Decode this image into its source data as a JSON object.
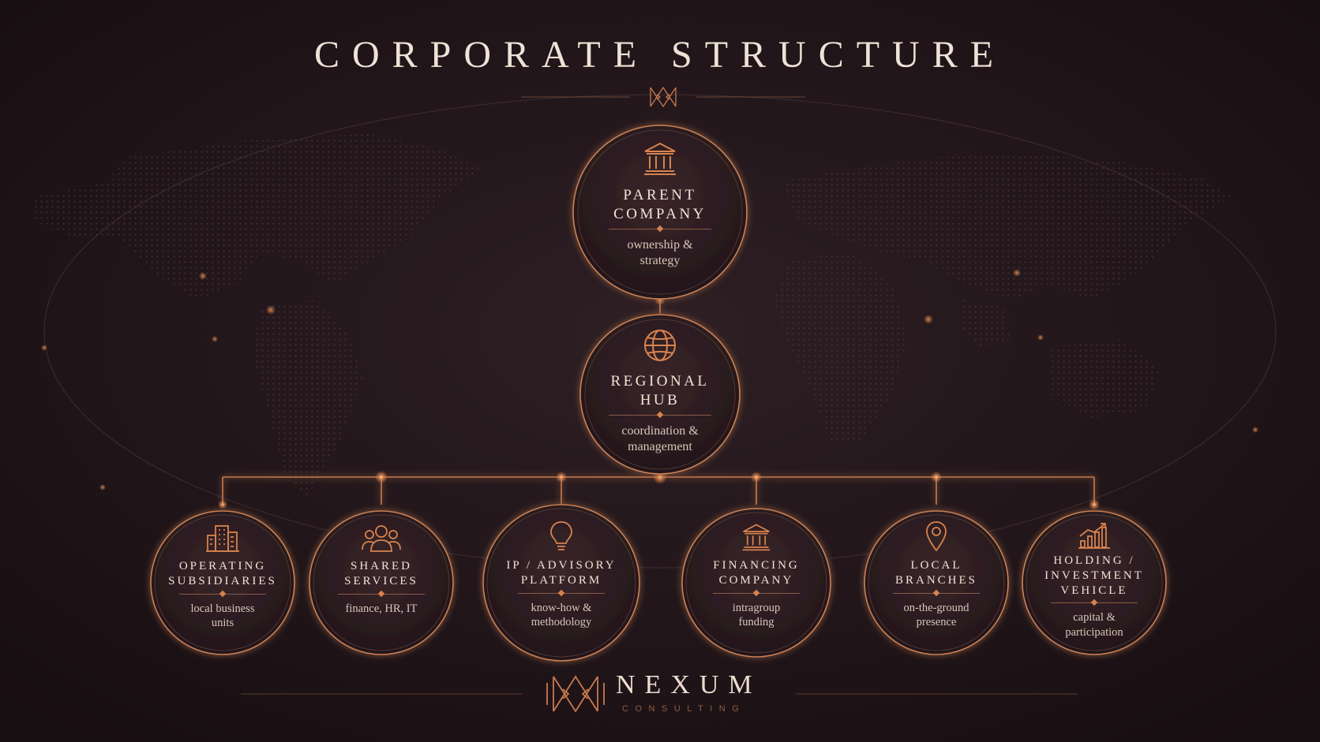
{
  "title": "CORPORATE STRUCTURE",
  "brand": {
    "name": "NEXUM",
    "tagline": "CONSULTING"
  },
  "colors": {
    "background": "#1f1418",
    "accent": "#d8834e",
    "line": "#c77a4f",
    "text": "#efe2d6"
  },
  "nodes": {
    "parent": {
      "icon": "bank-icon",
      "label_line1": "PARENT",
      "label_line2": "COMPANY",
      "desc_line1": "ownership &",
      "desc_line2": "strategy"
    },
    "hub": {
      "icon": "globe-icon",
      "label_line1": "REGIONAL",
      "label_line2": "HUB",
      "desc_line1": "coordination &",
      "desc_line2": "management"
    },
    "children": [
      {
        "icon": "buildings-icon",
        "label_line1": "OPERATING",
        "label_line2": "SUBSIDIARIES",
        "label_line3": "",
        "desc_line1": "local business",
        "desc_line2": "units"
      },
      {
        "icon": "users-icon",
        "label_line1": "SHARED",
        "label_line2": "SERVICES",
        "label_line3": "",
        "desc_line1": "finance, HR, IT",
        "desc_line2": ""
      },
      {
        "icon": "lightbulb-icon",
        "label_line1": "IP / ADVISORY",
        "label_line2": "PLATFORM",
        "label_line3": "",
        "desc_line1": "know-how &",
        "desc_line2": "methodology"
      },
      {
        "icon": "bank-icon",
        "label_line1": "FINANCING",
        "label_line2": "COMPANY",
        "label_line3": "",
        "desc_line1": "intragroup",
        "desc_line2": "funding"
      },
      {
        "icon": "map-pin-icon",
        "label_line1": "LOCAL",
        "label_line2": "BRANCHES",
        "label_line3": "",
        "desc_line1": "on-the-ground",
        "desc_line2": "presence"
      },
      {
        "icon": "growth-chart-icon",
        "label_line1": "HOLDING /",
        "label_line2": "INVESTMENT",
        "label_line3": "VEHICLE",
        "desc_line1": "capital &",
        "desc_line2": "participation"
      }
    ]
  }
}
